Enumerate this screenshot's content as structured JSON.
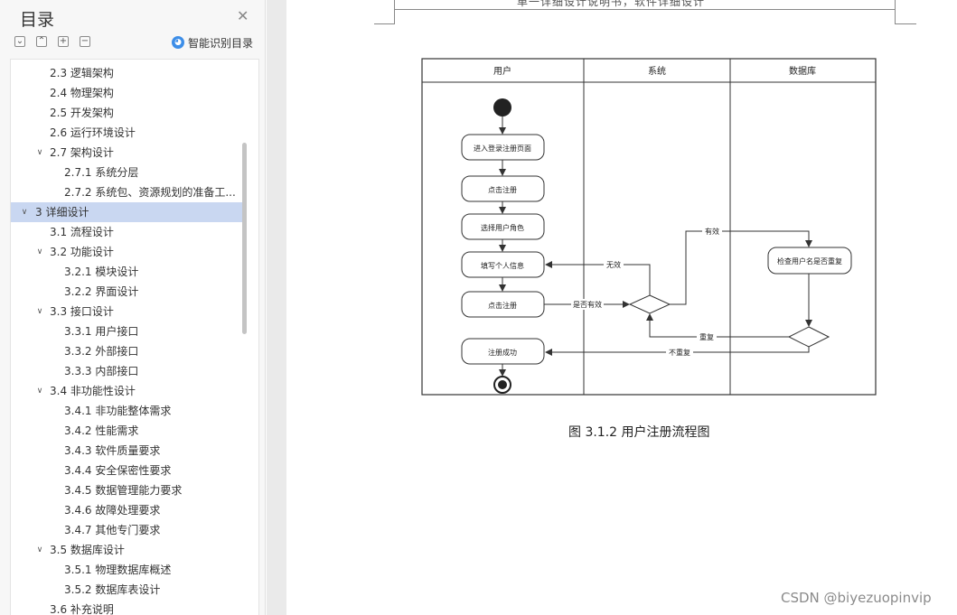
{
  "toc": {
    "title": "目录",
    "smart_label": "智能识别目录",
    "items": [
      {
        "label": "2.3 逻辑架构",
        "level": 2
      },
      {
        "label": "2.4  物理架构",
        "level": 2
      },
      {
        "label": "2.5 开发架构",
        "level": 2
      },
      {
        "label": "2.6 运行环境设计",
        "level": 2
      },
      {
        "label": "2.7 架构设计",
        "level": 2,
        "expanded": true
      },
      {
        "label": "2.7.1 系统分层",
        "level": 3
      },
      {
        "label": "2.7.2 系统包、资源规划的准备工...",
        "level": 3
      },
      {
        "label": "3  详细设计",
        "level": 1,
        "expanded": true,
        "selected": true
      },
      {
        "label": "3.1  流程设计",
        "level": 2
      },
      {
        "label": "3.2 功能设计",
        "level": 2,
        "expanded": true
      },
      {
        "label": "3.2.1 模块设计",
        "level": 3
      },
      {
        "label": "3.2.2 界面设计",
        "level": 3
      },
      {
        "label": "3.3 接口设计",
        "level": 2,
        "expanded": true
      },
      {
        "label": "3.3.1 用户接口",
        "level": 3
      },
      {
        "label": "3.3.2 外部接口",
        "level": 3
      },
      {
        "label": "3.3.3 内部接口",
        "level": 3
      },
      {
        "label": "3.4 非功能性设计",
        "level": 2,
        "expanded": true
      },
      {
        "label": "3.4.1  非功能整体需求",
        "level": 3
      },
      {
        "label": "3.4.2  性能需求",
        "level": 3
      },
      {
        "label": "3.4.3  软件质量要求",
        "level": 3
      },
      {
        "label": "3.4.4  安全保密性要求",
        "level": 3
      },
      {
        "label": "3.4.5  数据管理能力要求",
        "level": 3
      },
      {
        "label": "3.4.6  故障处理要求",
        "level": 3
      },
      {
        "label": "3.4.7  其他专门要求",
        "level": 3
      },
      {
        "label": "3.5  数据库设计",
        "level": 2,
        "expanded": true
      },
      {
        "label": "3.5.1 物理数据库概述",
        "level": 3
      },
      {
        "label": "3.5.2 数据库表设计",
        "level": 3
      },
      {
        "label": "3.6 补充说明",
        "level": 2
      }
    ]
  },
  "icons": {
    "close": "close-icon",
    "collapse_all": "collapse-all-icon",
    "expand_all": "expand-all-icon",
    "add": "plus-icon",
    "remove": "minus-icon",
    "smart": "smart-recognize-icon"
  },
  "document": {
    "header_text": "单一详细设计说明书，软件详细设计",
    "caption": "图 3.1.2 用户注册流程图",
    "watermark": "CSDN @biyezuopinvip"
  },
  "diagram": {
    "lanes": [
      "用户",
      "系统",
      "数据库"
    ],
    "nodes": {
      "enter_page": "进入登录注册页面",
      "click_register1": "点击注册",
      "choose_role": "选择用户角色",
      "fill_info": "填写个人信息",
      "click_register2": "点击注册",
      "success": "注册成功",
      "check_dup": "检查用户名是否重复"
    },
    "edge_labels": {
      "valid_q": "是否有效",
      "invalid": "无效",
      "valid": "有效",
      "duplicate": "重复",
      "not_duplicate": "不重复"
    }
  },
  "colors": {
    "selected_bg": "#c9d7f1",
    "accent": "#3d8ee8",
    "diagram_stroke": "#333333"
  }
}
